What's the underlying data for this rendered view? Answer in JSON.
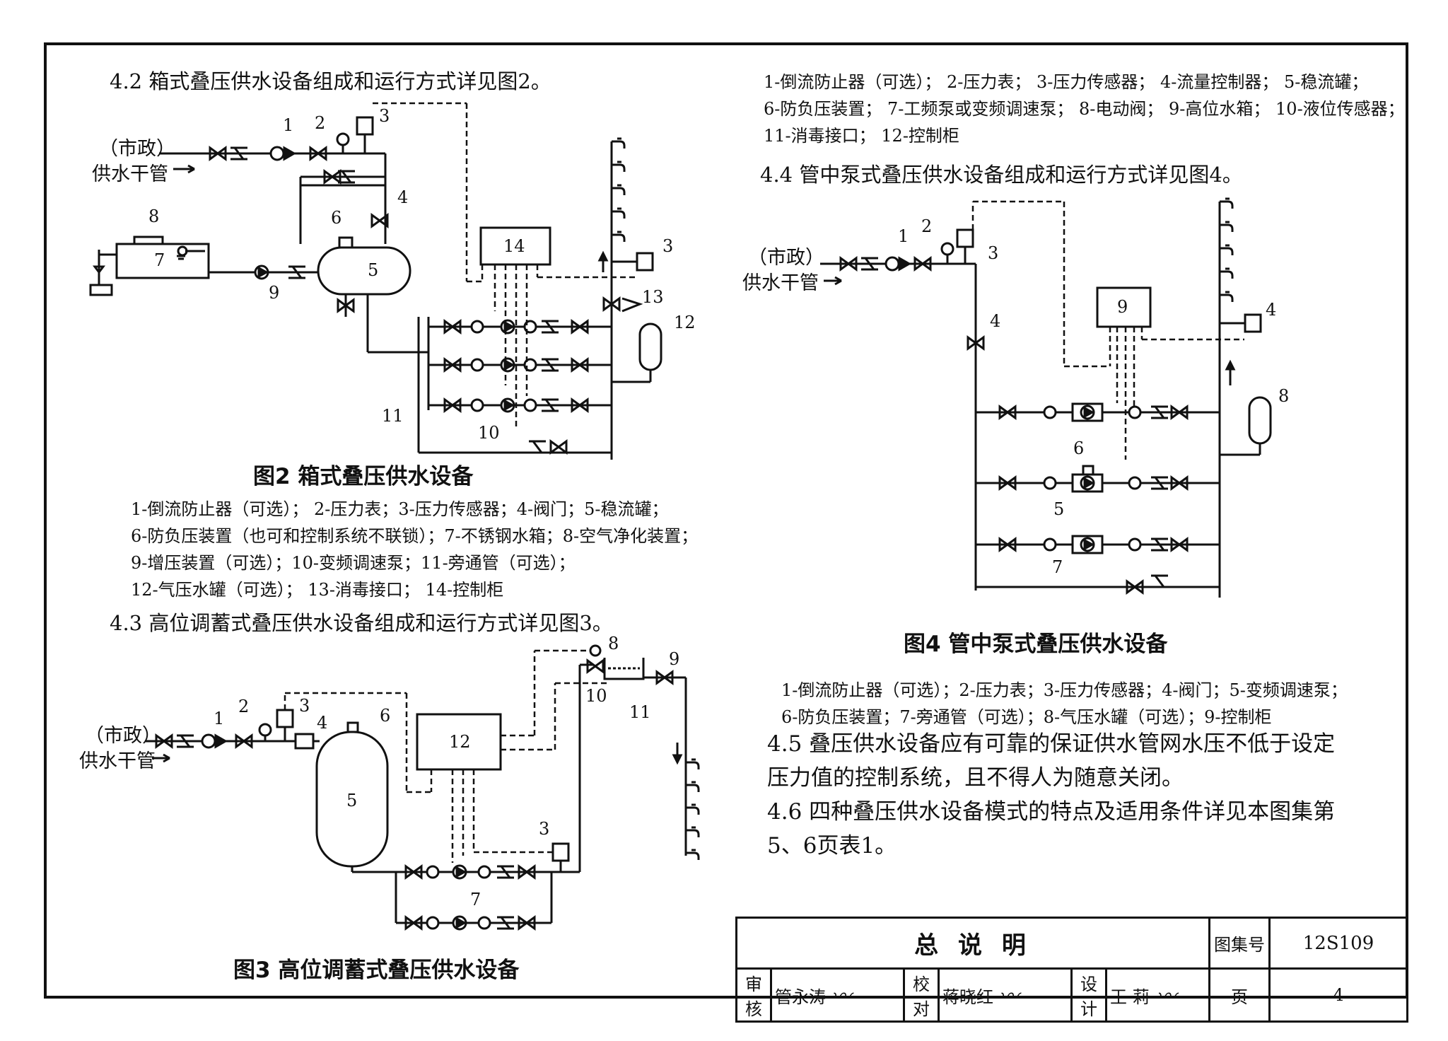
{
  "sec42": "4.2 箱式叠压供水设备组成和运行方式详见图2。",
  "sec43": "4.3 高位调蓄式叠压供水设备组成和运行方式详见图3。",
  "sec44": "4.4 管中泵式叠压供水设备组成和运行方式详见图4。",
  "sec45": {
    "line1": "4.5 叠压供水设备应有可靠的保证供水管网水压不低于设定",
    "line2": "压力值的控制系统，且不得人为随意关闭。"
  },
  "sec46": {
    "line1": "4.6 四种叠压供水设备模式的特点及适用条件详见本图集第",
    "line2": "5、6页表1。"
  },
  "fig2": {
    "caption": "图2 箱式叠压供水设备",
    "legend": [
      "1-倒流防止器（可选）； 2-压力表；3-压力传感器；4-阀门；5-稳流罐；",
      "6-防负压装置（也可和控制系统不联锁）；7-不锈钢水箱；8-空气净化装置；",
      "9-增压装置（可选）；10-变频调速泵；11-旁通管（可选）；",
      "12-气压水罐（可选）； 13-消毒接口； 14-控制柜"
    ],
    "inlet_top": "（市政）",
    "inlet_bottom": "供水干管",
    "nums": {
      "n1": "1",
      "n2": "2",
      "n3": "3",
      "n4": "4",
      "n5": "5",
      "n6": "6",
      "n7": "7",
      "n8": "8",
      "n9": "9",
      "n10": "10",
      "n11": "11",
      "n12": "12",
      "n13": "13",
      "n14": "14",
      "n3b": "3"
    }
  },
  "fig3": {
    "caption": "图3 高位调蓄式叠压供水设备",
    "inlet_top": "（市政）",
    "inlet_bottom": "供水干管",
    "nums": {
      "n1": "1",
      "n2": "2",
      "n3": "3",
      "n4": "4",
      "n5": "5",
      "n6": "6",
      "n7": "7",
      "n8": "8",
      "n9": "9",
      "n10": "10",
      "n11": "11",
      "n12": "12",
      "n3b": "3"
    }
  },
  "fig4": {
    "caption": "图4 管中泵式叠压供水设备",
    "legend_top": [
      "1-倒流防止器（可选）； 2-压力表； 3-压力传感器； 4-流量控制器； 5-稳流罐；",
      "6-防负压装置； 7-工频泵或变频调速泵； 8-电动阀； 9-高位水箱； 10-液位传感器；",
      "11-消毒接口； 12-控制柜"
    ],
    "legend": [
      "1-倒流防止器（可选）；2-压力表；3-压力传感器；4-阀门；5-变频调速泵；",
      "6-防负压装置；7-旁通管（可选）；8-气压水罐（可选）；9-控制柜"
    ],
    "inlet_top": "（市政）",
    "inlet_bottom": "供水干管",
    "nums": {
      "n1": "1",
      "n2": "2",
      "n3": "3",
      "n4": "4",
      "n4b": "4",
      "n5": "5",
      "n6": "6",
      "n7": "7",
      "n8": "8",
      "n9": "9"
    }
  },
  "title_block": {
    "title": "总  说  明",
    "atlas_label": "图集号",
    "atlas_no": "12S109",
    "page_label": "页",
    "page_no": "4",
    "review_label": "审核",
    "reviewer": "管永涛",
    "check_label": "校对",
    "checker": "蒋晓红",
    "design_label": "设计",
    "designer": "王  莉"
  }
}
